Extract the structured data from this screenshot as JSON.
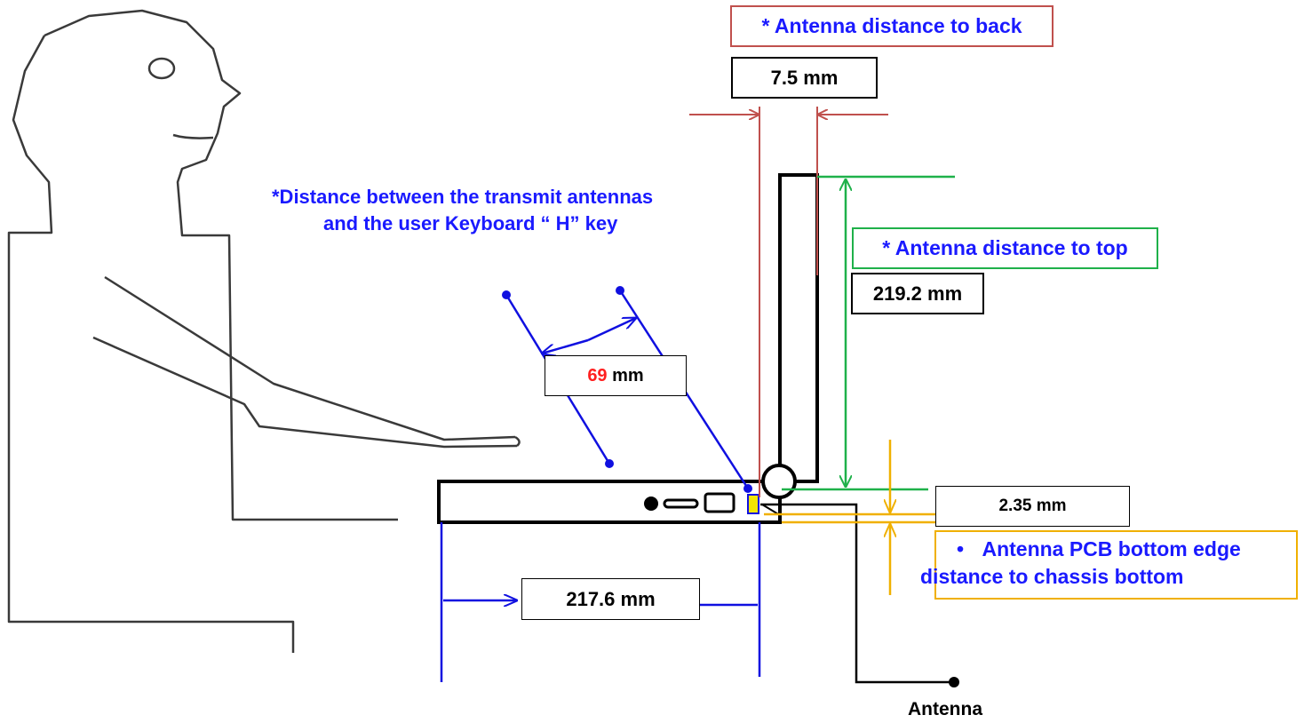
{
  "colors": {
    "person": "#3a3a3a",
    "laptop": "#000000",
    "back": "#c0504d",
    "top": "#1fb14a",
    "bottom": "#f0b000",
    "horizontal": "#1010e0",
    "text_blue": "#1a1aff",
    "highlight_red": "#ff2020",
    "pcb_fill": "#f2e600"
  },
  "labels": {
    "back_title": "* Antenna distance to back",
    "back_value": "7.5 mm",
    "top_title": "* Antenna distance to top",
    "top_value": "219.2 mm",
    "keyboard_line1": "*Distance between the transmit antennas",
    "keyboard_line2": "and the user Keyboard “ H” key",
    "keyboard_value_number": "69",
    "keyboard_value_unit": " mm",
    "bottom_value": "2.35 mm",
    "bottom_title_bullet": "•",
    "bottom_title_line1": "Antenna PCB bottom edge",
    "bottom_title_line2": "distance to chassis bottom",
    "horizontal_value": "217.6 mm",
    "antenna": "Antenna"
  },
  "icons": {
    "person": "user-silhouette-icon",
    "laptop": "laptop-side-view-icon"
  }
}
